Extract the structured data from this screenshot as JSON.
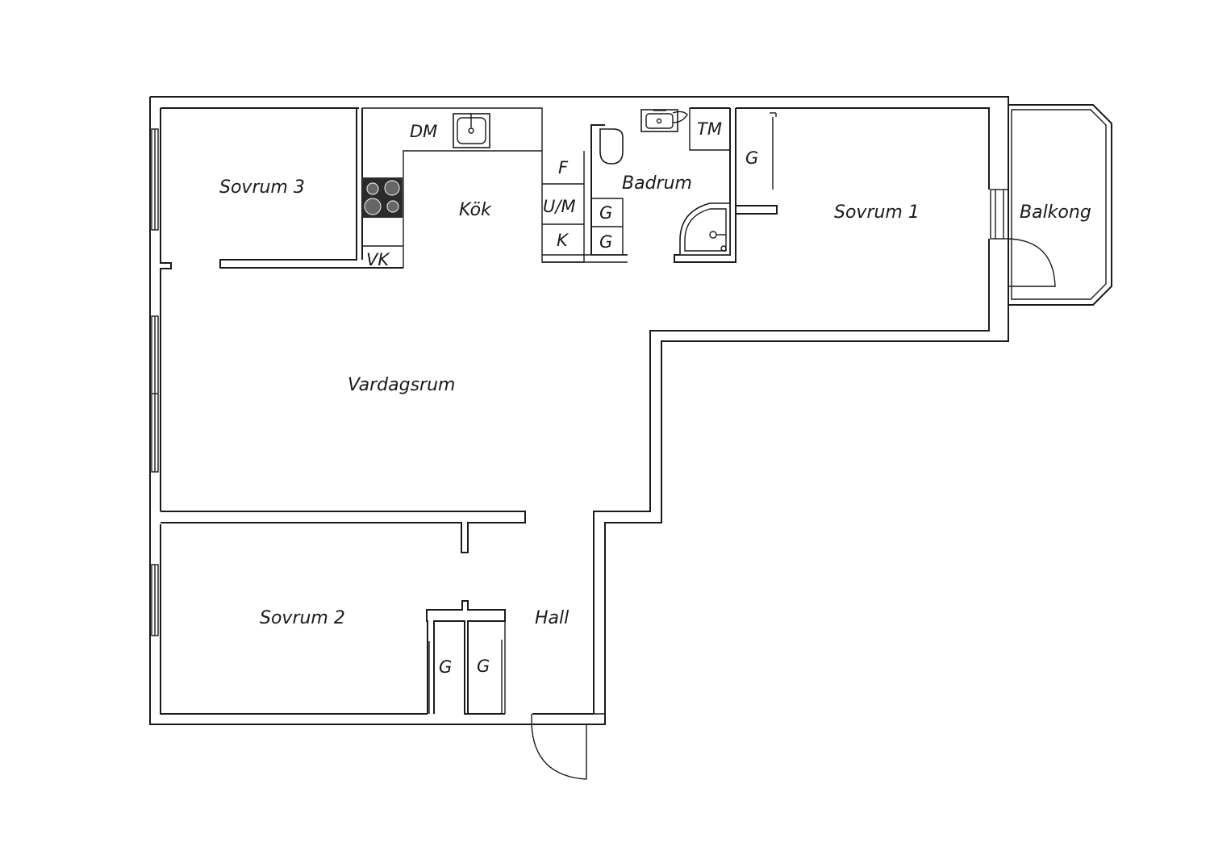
{
  "colors": {
    "background": "#ffffff",
    "line": "#1a1a1a",
    "stove": "#2b2b2b"
  },
  "rooms": {
    "sovrum1": "Sovrum 1",
    "sovrum2": "Sovrum 2",
    "sovrum3": "Sovrum 3",
    "kok": "Kök",
    "badrum": "Badrum",
    "vardagsrum": "Vardagsrum",
    "hall": "Hall",
    "balkong": "Balkong"
  },
  "fixtures": {
    "dm": "DM",
    "f": "F",
    "um": "U/M",
    "k": "K",
    "vk": "VK",
    "tm": "TM",
    "g_bath_1": "G",
    "g_bath_2": "G",
    "g_sovrum1": "G",
    "g_hall_1": "G",
    "g_hall_2": "G"
  }
}
